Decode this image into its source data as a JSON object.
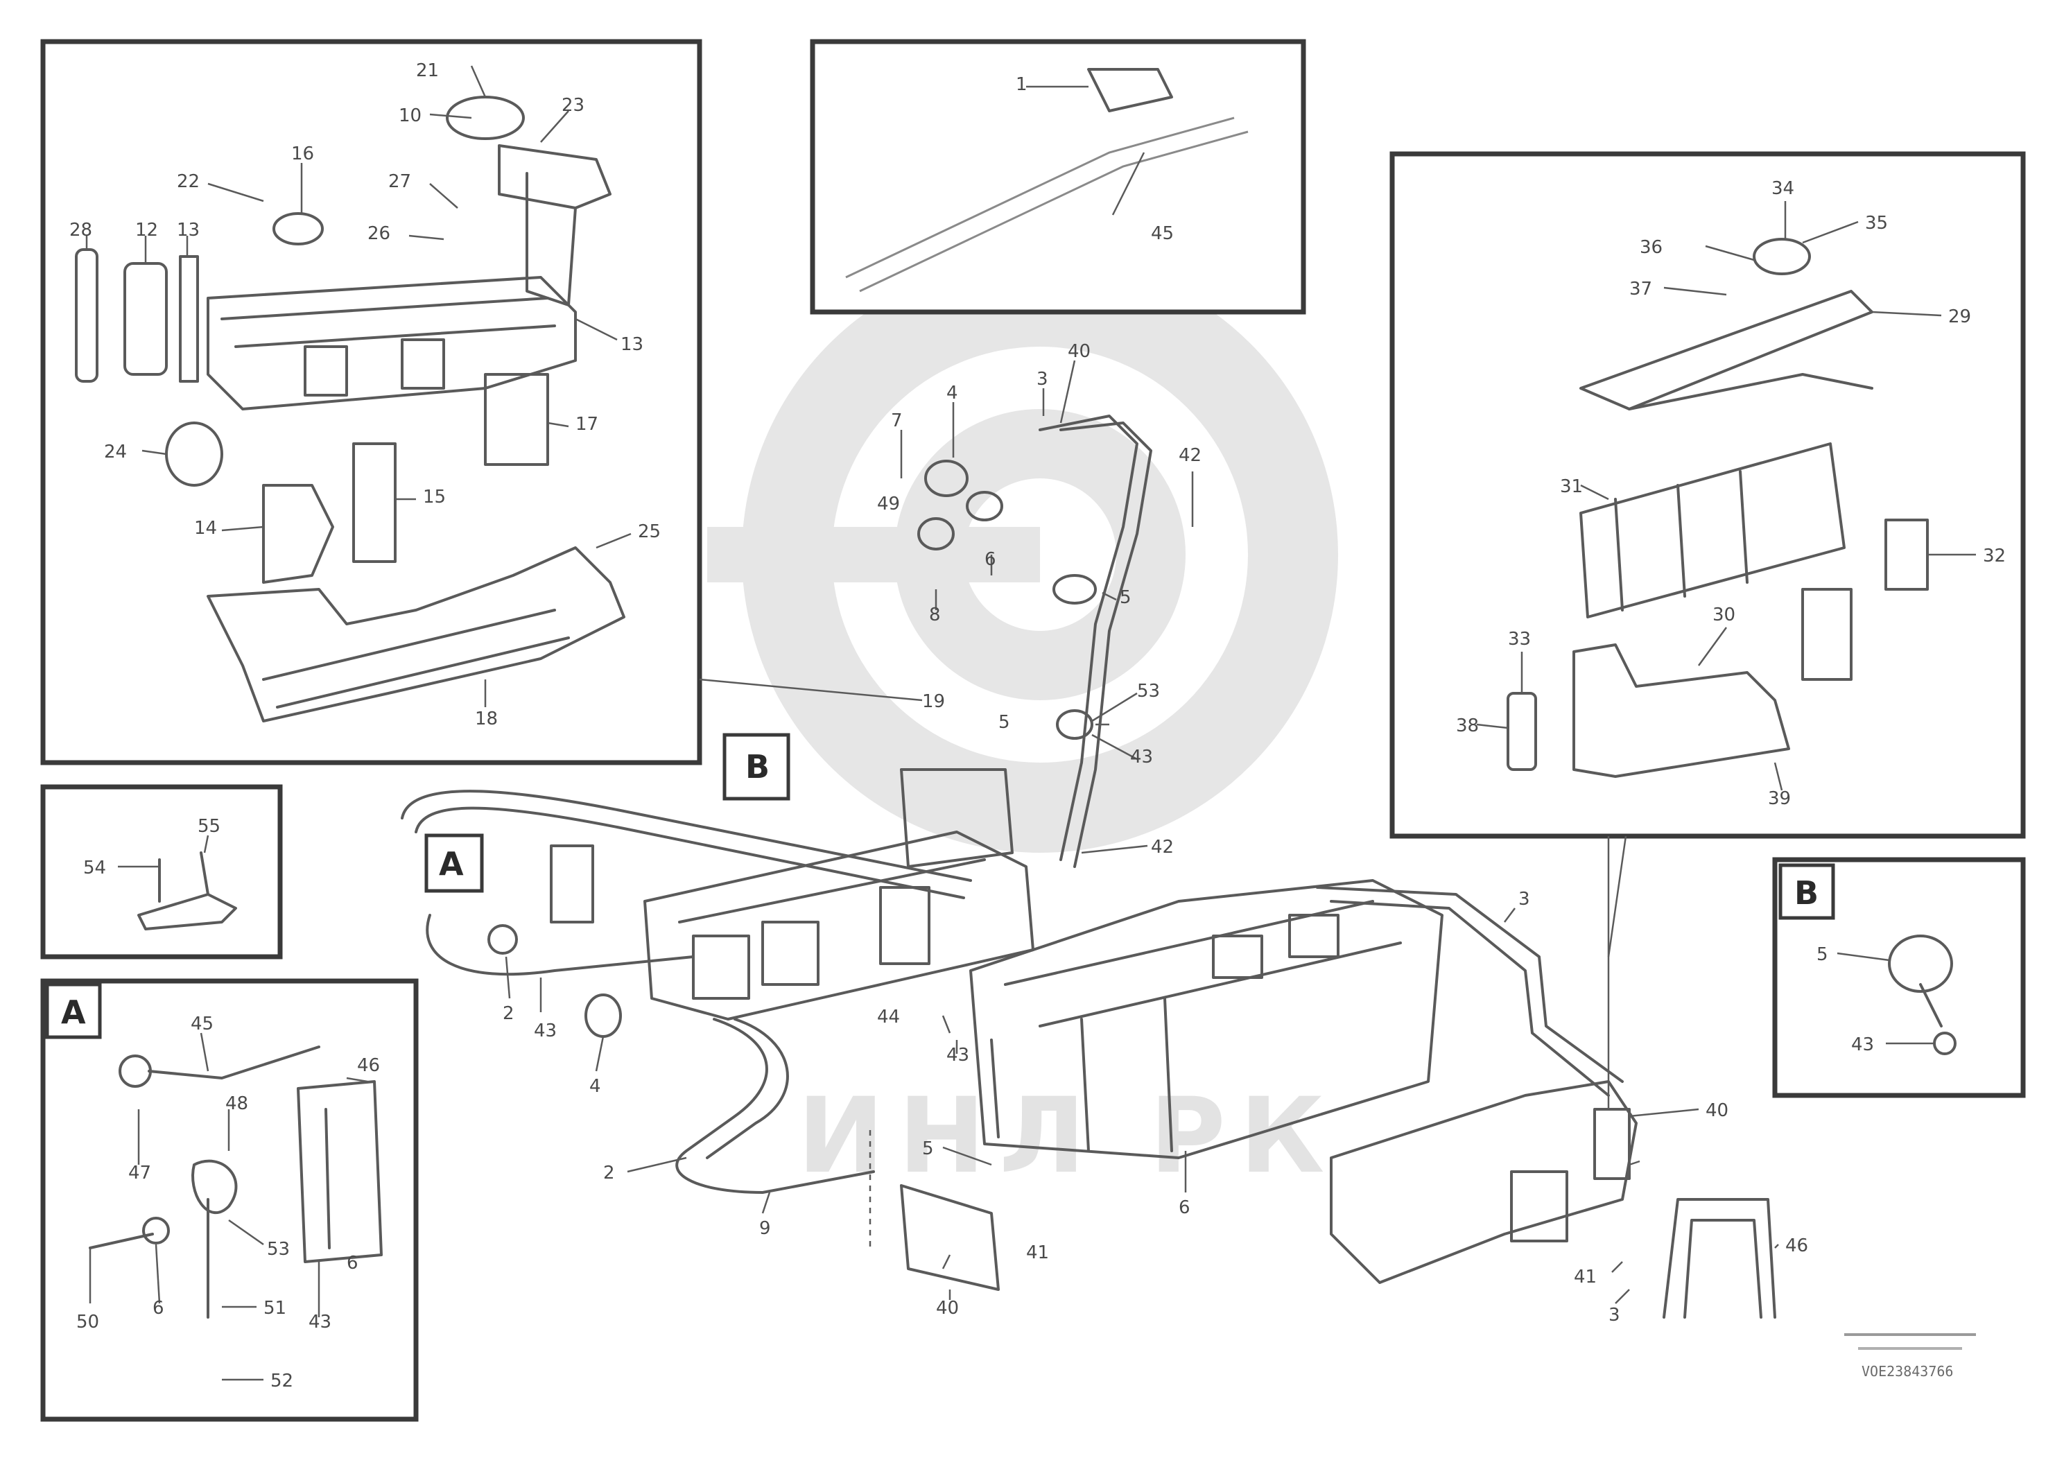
{
  "diagram": {
    "watermark": "ИНЛ РК",
    "section_tags": {
      "main_A": "A",
      "main_B": "B",
      "inset_A": "A",
      "inset_B": "B"
    },
    "labels": {
      "tl_1": "21",
      "tl_2": "10",
      "tl_3": "23",
      "tl_4": "16",
      "tl_5": "22",
      "tl_6": "27",
      "tl_7": "26",
      "tl_8": "12",
      "tl_9": "13",
      "tl_10": "28",
      "tl_11": "13",
      "tl_12": "17",
      "tl_13": "24",
      "tl_14": "15",
      "tl_15": "14",
      "tl_16": "25",
      "tl_17": "18",
      "tc_1": "1",
      "tc_2": "45",
      "tr_1": "34",
      "tr_2": "35",
      "tr_3": "36",
      "tr_4": "37",
      "tr_5": "29",
      "tr_6": "31",
      "tr_7": "32",
      "tr_8": "33",
      "tr_9": "38",
      "tr_10": "30",
      "tr_11": "39",
      "sm_1": "54",
      "sm_2": "55",
      "a_1": "45",
      "a_2": "46",
      "a_3": "48",
      "a_4": "47",
      "a_5": "53",
      "a_6": "50",
      "a_7": "51",
      "a_8": "6",
      "a_9": "6",
      "a_10": "43",
      "a_11": "52",
      "b_1": "5",
      "b_2": "43",
      "m_1": "7",
      "m_2": "4",
      "m_3": "3",
      "m_4": "40",
      "m_5": "8",
      "m_6": "42",
      "m_7": "5",
      "m_8": "53",
      "m_9": "6",
      "m_10": "19",
      "m_11": "42",
      "m_12": "3",
      "m_13": "49",
      "m_14": "43",
      "m_15": "2",
      "m_16": "2",
      "m_17": "4",
      "m_18": "9",
      "m_19": "5",
      "m_20": "44",
      "m_21": "41",
      "m_22": "43",
      "m_23": "40",
      "m_24": "6",
      "m_25": "41",
      "m_26": "43",
      "m_27": "5",
      "m_28": "40",
      "m_29": "46"
    },
    "reference_code": "VOE23843766"
  }
}
